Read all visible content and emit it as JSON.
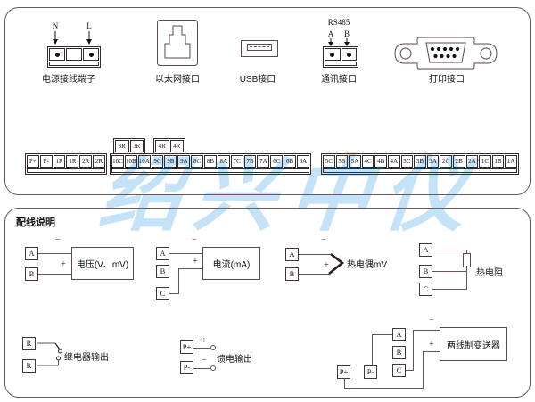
{
  "watermark": "绍兴中仪",
  "signs": {
    "plus": "+",
    "minus": "−"
  },
  "top": {
    "power": {
      "caption": "电源接线端子",
      "t1": "N",
      "t2": "L"
    },
    "ethernet": {
      "caption": "以太网接口"
    },
    "usb": {
      "caption": "USB接口"
    },
    "comm": {
      "caption": "通讯接口",
      "protocol": "RS485",
      "t1": "A",
      "t2": "B"
    },
    "printer": {
      "caption": "打印接口"
    },
    "strip1": {
      "cells": [
        "P+",
        "P-",
        "1R",
        "1R",
        "2R",
        "2R"
      ]
    },
    "relay3": {
      "cells": [
        "3R",
        "3R"
      ]
    },
    "relay4": {
      "cells": [
        "4R",
        "4R"
      ]
    },
    "strip2": {
      "cells": [
        "10C",
        "10B",
        "10A",
        "9C",
        "9B",
        "9A",
        "8C",
        "8B",
        "8A",
        "7C",
        "7B",
        "7A",
        "6C",
        "6B",
        "6A"
      ]
    },
    "strip3": {
      "cells": [
        "5C",
        "5B",
        "5A",
        "4C",
        "4B",
        "4A",
        "3C",
        "3B",
        "3A",
        "2C",
        "2B",
        "2A",
        "1C",
        "1B",
        "1A"
      ]
    }
  },
  "bottom": {
    "title": "配线说明",
    "voltage": {
      "a": "A",
      "b": "B",
      "label": "电压(V、mV)"
    },
    "current": {
      "a": "A",
      "b": "B",
      "c": "C",
      "label": "电流(mA)"
    },
    "tc": {
      "a": "A",
      "b": "B",
      "label": "热电偶mV"
    },
    "rtd": {
      "a": "A",
      "b": "B",
      "c": "C",
      "label": "热电阻"
    },
    "relay": {
      "r1": "R",
      "r2": "R",
      "label": "继电器输出"
    },
    "feed": {
      "p1": "P+",
      "p2": "P-",
      "label": "馈电输出"
    },
    "tx": {
      "p1": "P+",
      "p2": "P-",
      "a": "A",
      "b": "B",
      "c": "C",
      "label": "两线制变送器"
    }
  }
}
